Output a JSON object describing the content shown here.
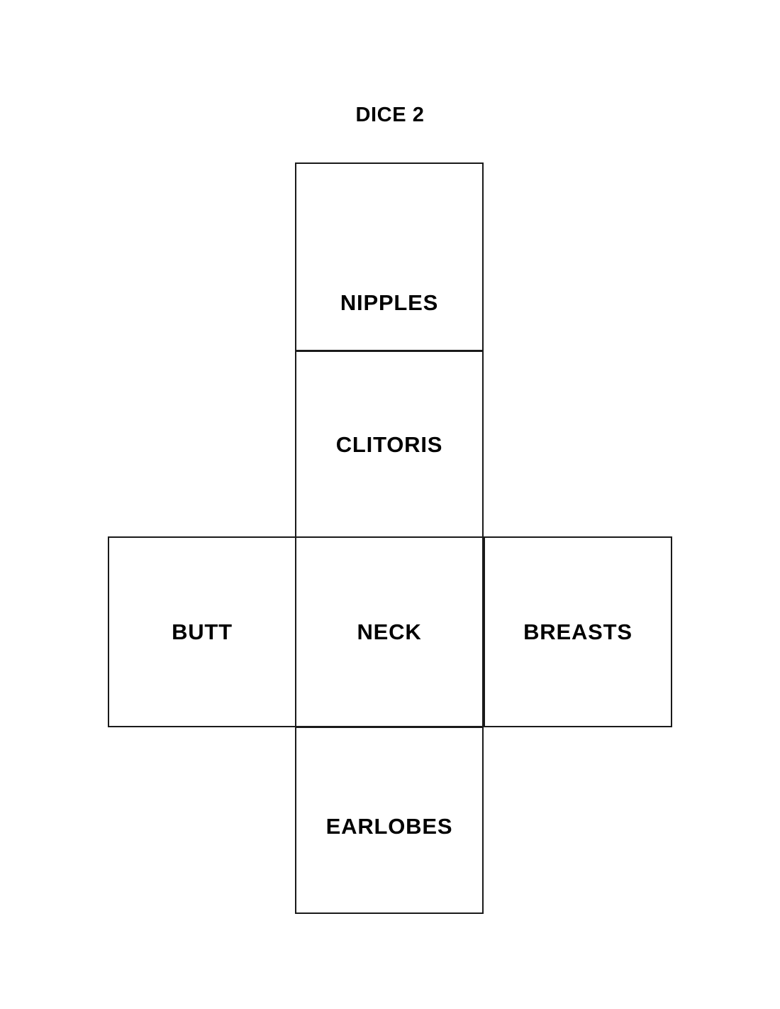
{
  "document": {
    "title": "DICE 2",
    "background_color": "#ffffff",
    "line_color": "#1a1a1a",
    "text_color": "#000000"
  },
  "net": {
    "shape": "cube-net-cross",
    "faces": [
      {
        "position": "top",
        "label": "NIPPLES"
      },
      {
        "position": "upper-middle",
        "label": "CLITORIS"
      },
      {
        "position": "left",
        "label": "BUTT"
      },
      {
        "position": "center",
        "label": "NECK"
      },
      {
        "position": "right",
        "label": "BREASTS"
      },
      {
        "position": "bottom",
        "label": "EARLOBES"
      }
    ]
  }
}
